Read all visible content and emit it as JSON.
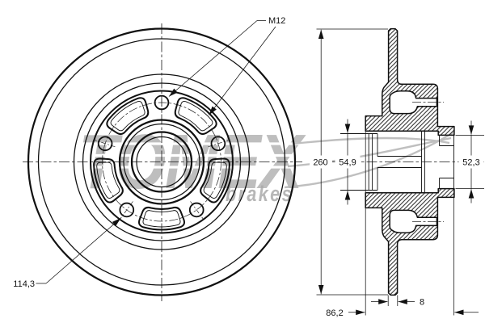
{
  "front_view": {
    "thread_label": "M12",
    "bolt_circle_label": "114,3"
  },
  "section_view": {
    "outer_diameter_label": "260",
    "pilot_diameter_label": "54,9",
    "sleeve_diameter_label": "52,3",
    "hub_height_label": "86,2",
    "disc_thickness_label": "8"
  },
  "watermark": {
    "brand": "TOMEX",
    "tagline": "brakes"
  },
  "colors": {
    "line_color": "#111111",
    "watermark_color": "#aeaeae",
    "background": "#ffffff"
  }
}
